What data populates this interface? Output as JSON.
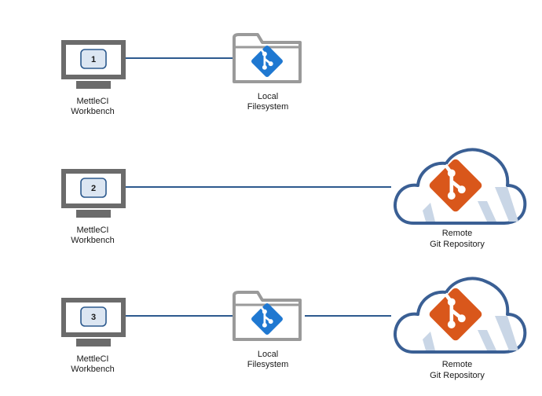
{
  "scenarios": [
    {
      "number": "1",
      "workbench": {
        "line1": "MettleCI",
        "line2": "Workbench"
      },
      "filesystem": {
        "line1": "Local",
        "line2": "Filesystem"
      }
    },
    {
      "number": "2",
      "workbench": {
        "line1": "MettleCI",
        "line2": "Workbench"
      },
      "remote": {
        "line1": "Remote",
        "line2": "Git Repository"
      }
    },
    {
      "number": "3",
      "workbench": {
        "line1": "MettleCI",
        "line2": "Workbench"
      },
      "filesystem": {
        "line1": "Local",
        "line2": "Filesystem"
      },
      "remote": {
        "line1": "Remote",
        "line2": "Git Repository"
      }
    }
  ],
  "colors": {
    "monitor": "#6b6b6b",
    "screen_badge_fill": "#dce6f2",
    "screen_badge_stroke": "#2d5a8e",
    "connector": "#2d5a8e",
    "folder": "#9a9a9a",
    "git_local": "#1f78d1",
    "git_remote": "#d9571b",
    "cloud_stroke": "#3a5f94",
    "cloud_shade": "#c9d6e6"
  },
  "icons": [
    "monitor-icon",
    "folder-icon",
    "git-icon",
    "cloud-icon"
  ]
}
